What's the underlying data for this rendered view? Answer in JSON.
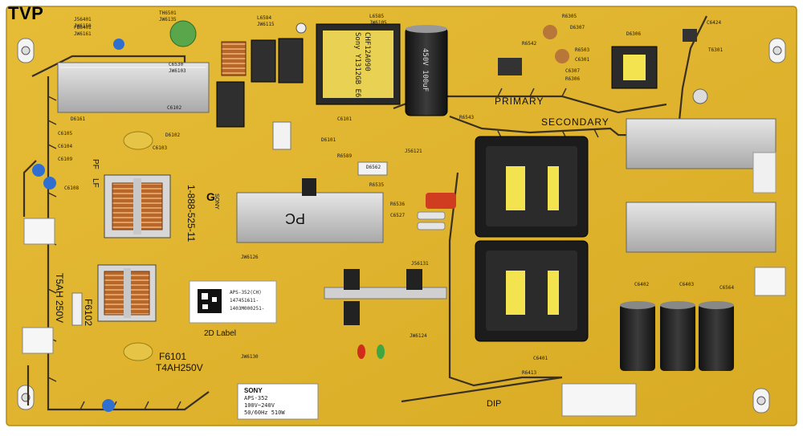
{
  "corner_tag": "TVP",
  "silkscreen": {
    "primary": "PRIMARY",
    "secondary": "SECONDARY",
    "part_number": "1-888-525-11",
    "brand": "SONY",
    "board_letter": "G",
    "label_2d": "2D Label",
    "fuse_f6101": "F6101",
    "fuse_f6101_rating": "T4AH250V",
    "fuse_f6102": "F6102",
    "fuse_f6102_rating": "T5AH 250V",
    "dip": "DIP",
    "pc_mark": "PC",
    "pf_mark": "PF",
    "lf_mark": "LF"
  },
  "white_sticker": {
    "line1": "APS-352(CH)",
    "line2": "147451611-",
    "line3": "1403M000251-"
  },
  "rating_label": {
    "brand": "SONY",
    "model": "APS-352",
    "voltage": "100V~240V",
    "freq_power": "50/60Hz 510W"
  },
  "transformer_label": {
    "line1": "CHF12A090",
    "line2": "Sony Y1312GB E6"
  },
  "capacitor_label": "450V 100uF",
  "component_refs": [
    "TH6501",
    "J56401",
    "FB6401",
    "L6584",
    "L6585",
    "C6530",
    "D6161",
    "C6105",
    "C6104",
    "C6109",
    "C6108",
    "C6103",
    "D6102",
    "C6102",
    "C6101",
    "D6101",
    "R6589",
    "D6562",
    "R6535",
    "R6536",
    "C6527",
    "R6543",
    "R6542",
    "R6503",
    "C6301",
    "C6307",
    "R6306",
    "R6305",
    "D6307",
    "D6306",
    "T6301",
    "C6424",
    "C6564",
    "C6403",
    "C6402",
    "C6401",
    "R6413",
    "J56121",
    "J56131",
    "JW6124",
    "JW6126",
    "JW6130",
    "JW6135",
    "JW6150",
    "JW6161",
    "JW6115",
    "JW6105",
    "JW6103"
  ],
  "colors": {
    "board": "#e2b62c",
    "board_dark": "#c99a1c",
    "trace": "#3a3020",
    "heatsink": "#cfcfcf",
    "transformer_core": "#222222",
    "transformer_bobbin": "#f1df4a",
    "capacitor_blue": "#2f6fd0",
    "capacitor_green": "#4aa84a",
    "capacitor_tan": "#e5c446",
    "copper": "#b8672a"
  }
}
